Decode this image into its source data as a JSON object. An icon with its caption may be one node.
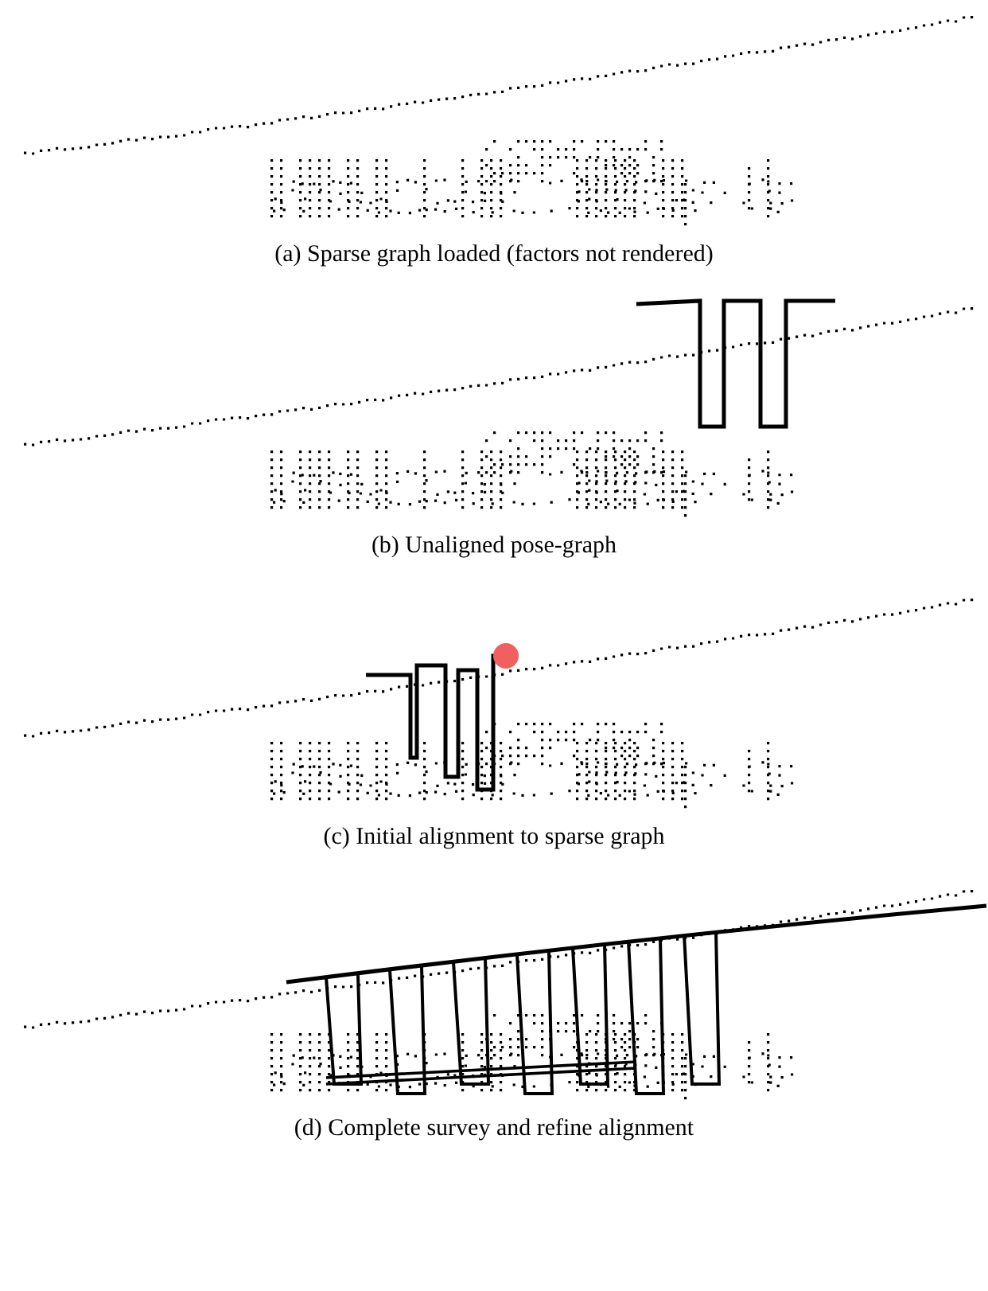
{
  "diagram": {
    "labels": [
      "(a) Sparse graph loaded (factors not rendered)",
      "(b) Unaligned pose-graph",
      "(c) Initial alignment to sparse graph",
      "(d) Complete survey and refine alignment"
    ]
  }
}
